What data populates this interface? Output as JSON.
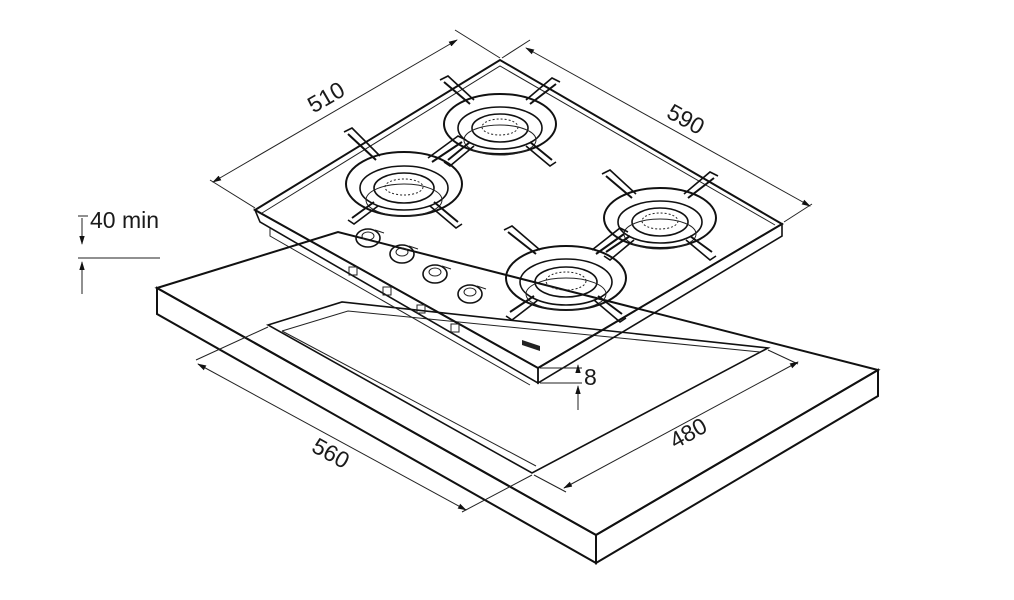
{
  "dimensions": {
    "hob_depth": "510",
    "hob_width": "590",
    "cutout_width": "560",
    "cutout_depth": "480",
    "clearance_below": "40 min",
    "hob_thickness": "8"
  }
}
